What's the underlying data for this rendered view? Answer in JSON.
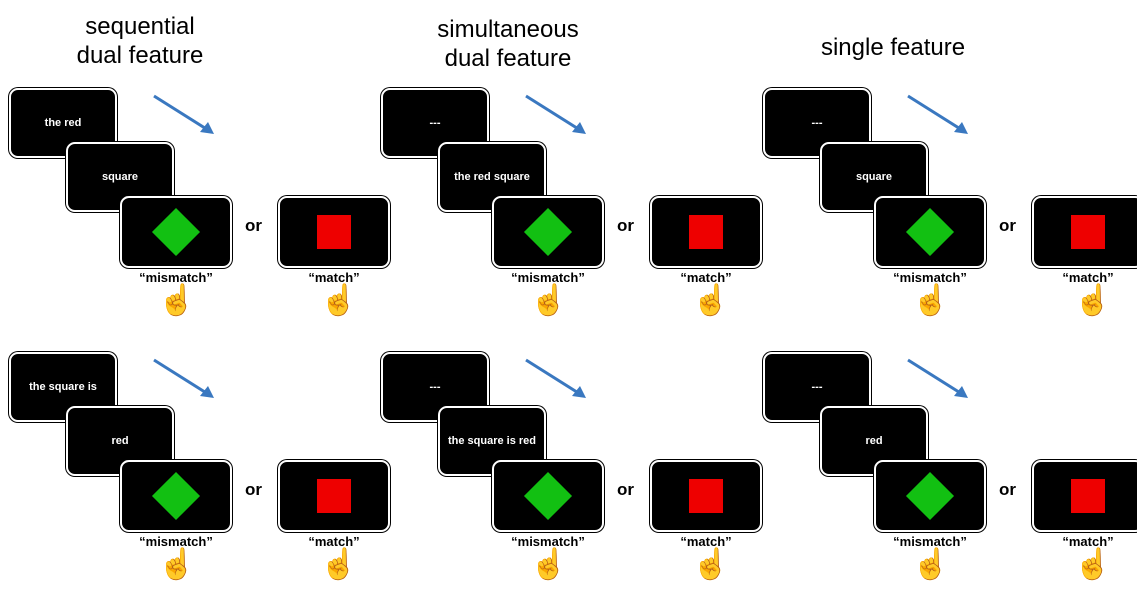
{
  "columns": [
    {
      "title_lines": [
        "sequential",
        "dual feature"
      ]
    },
    {
      "title_lines": [
        "simultaneous",
        "dual feature"
      ]
    },
    {
      "title_lines": [
        "single feature"
      ]
    }
  ],
  "cells": [
    {
      "s1": "the red",
      "s2": "square"
    },
    {
      "s1": "---",
      "s2": "the red square"
    },
    {
      "s1": "---",
      "s2": "square"
    },
    {
      "s1": "the square is",
      "s2": "red"
    },
    {
      "s1": "---",
      "s2": "the square is red"
    },
    {
      "s1": "---",
      "s2": "red"
    }
  ],
  "or_label": "or",
  "response_mismatch": "“mismatch”",
  "response_match": "“match”",
  "icons": {
    "arrow": "arrow-icon",
    "hand": "pointing-hand-icon"
  },
  "colors": {
    "diamond": "#12c012",
    "square": "#ee0000",
    "arrow": "#3a78c0"
  }
}
